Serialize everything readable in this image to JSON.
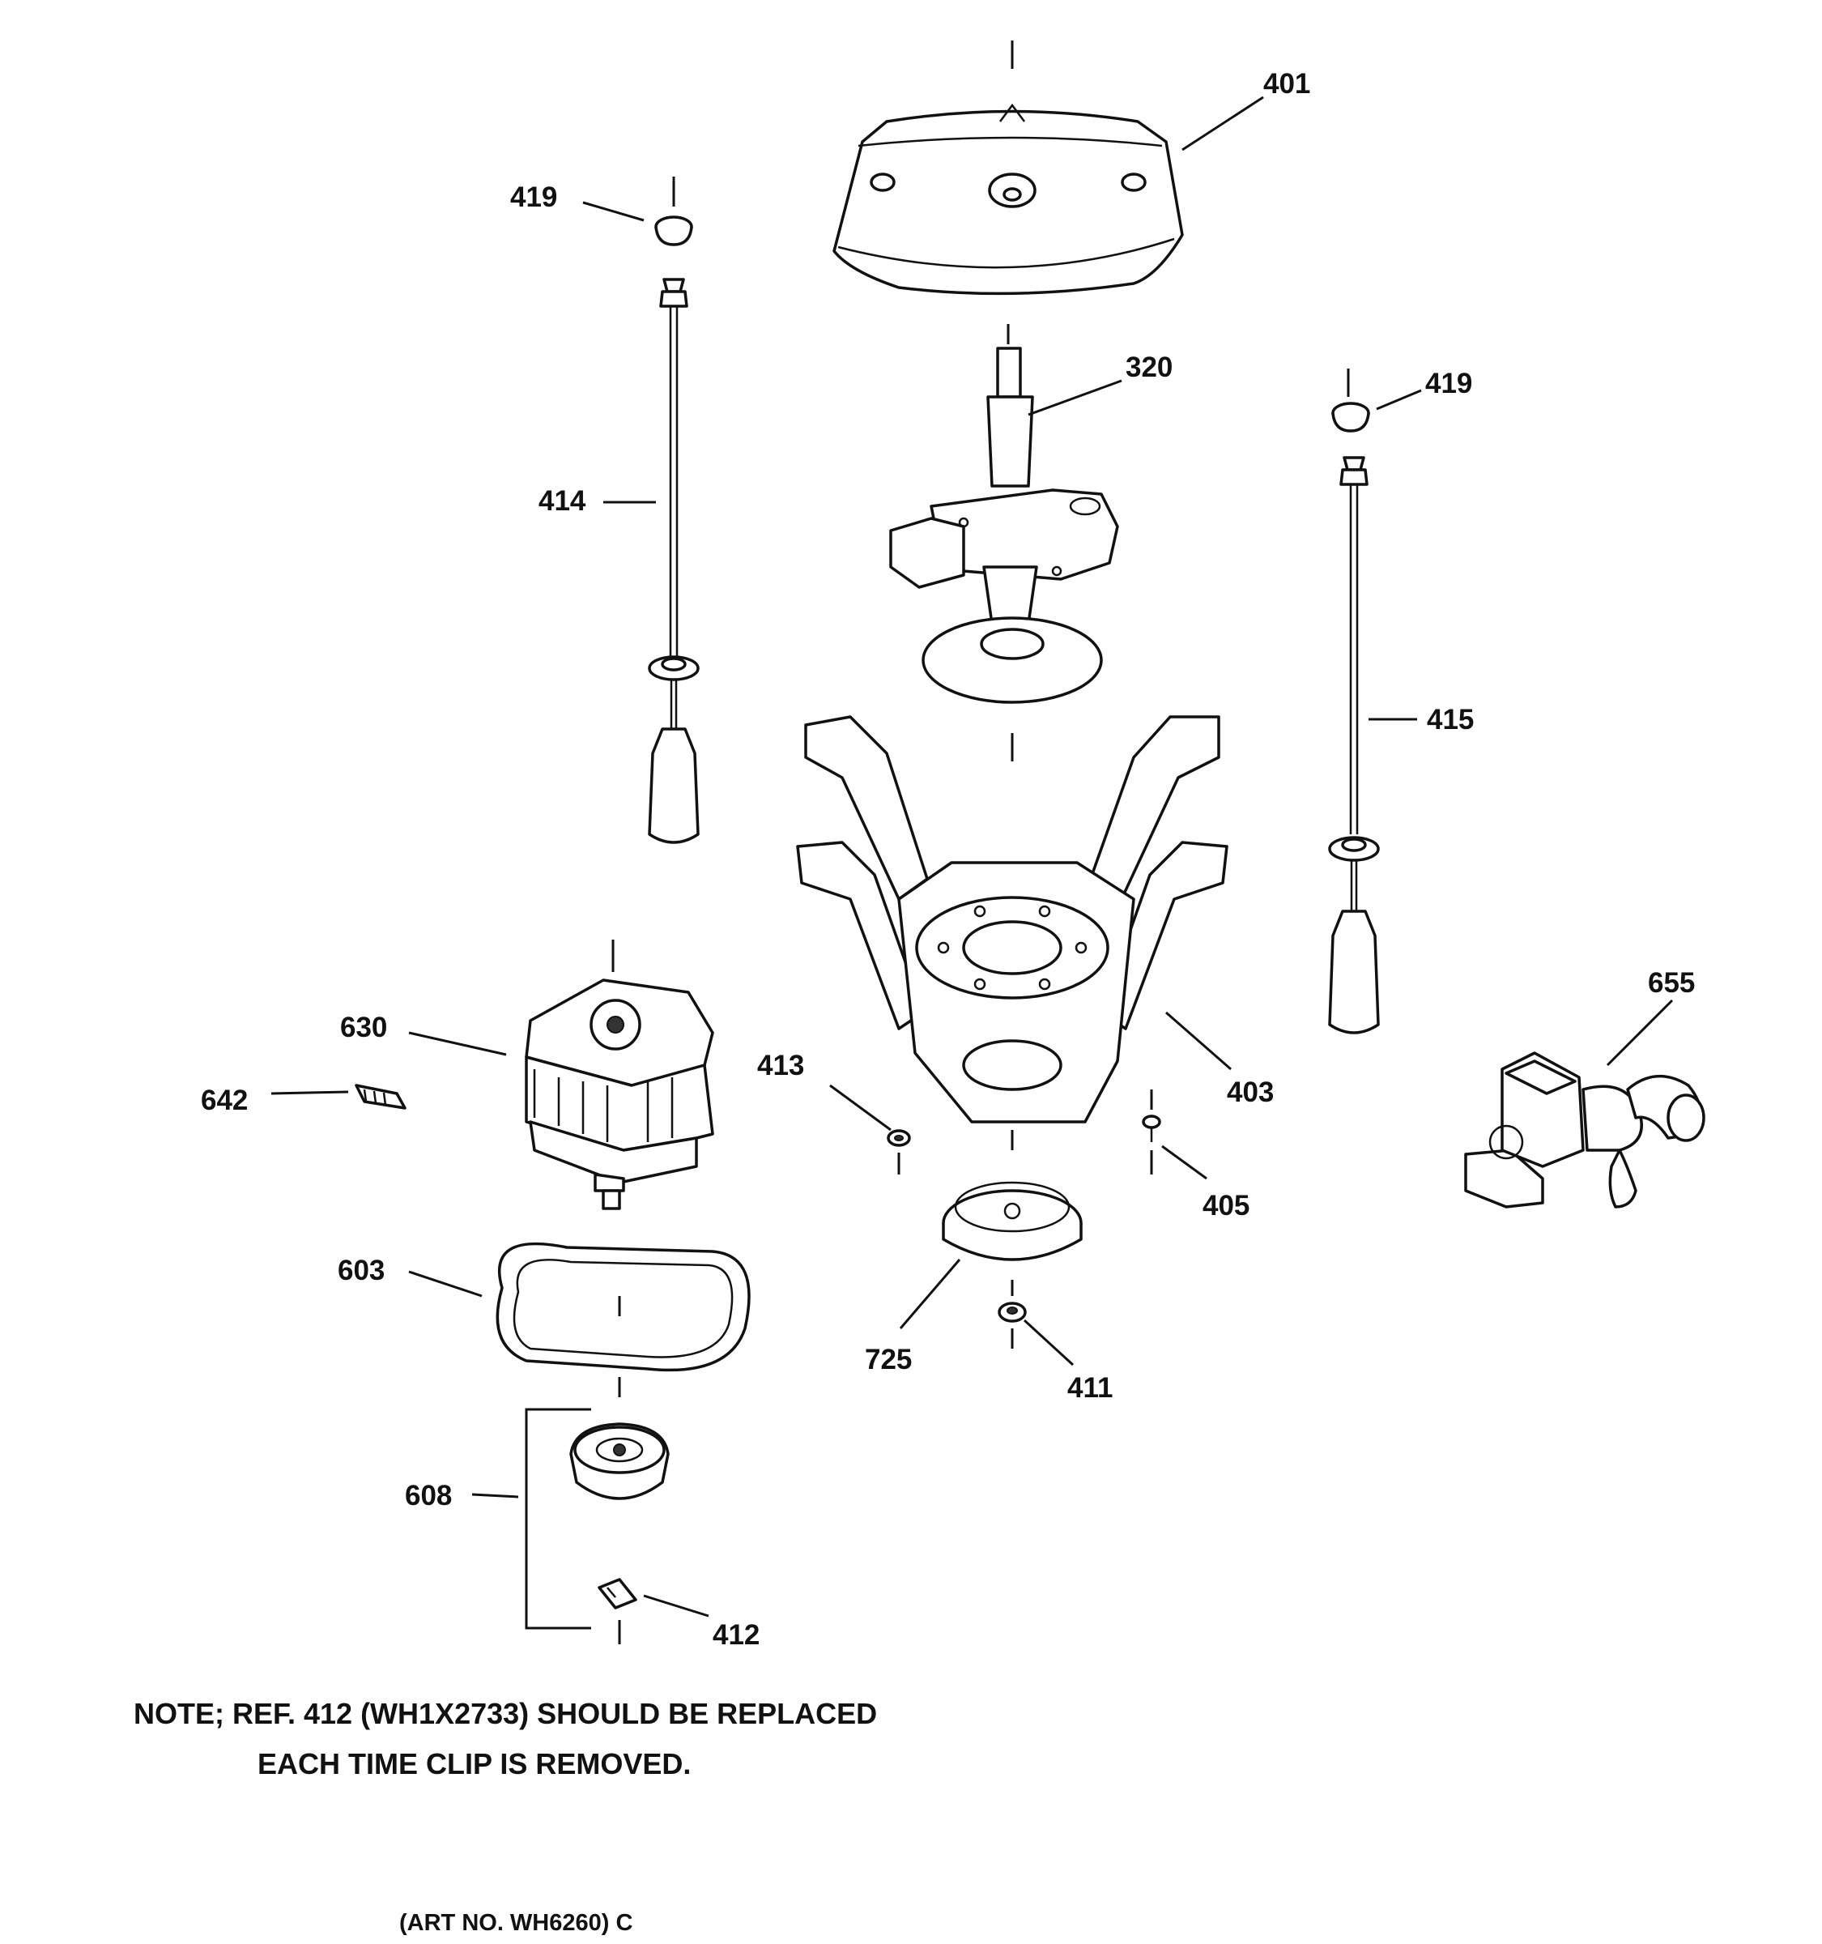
{
  "callouts": {
    "p401": "401",
    "p419_left": "419",
    "p419_right": "419",
    "p320": "320",
    "p414": "414",
    "p415": "415",
    "p403": "403",
    "p655": "655",
    "p630": "630",
    "p642": "642",
    "p413": "413",
    "p405": "405",
    "p603": "603",
    "p725": "725",
    "p411": "411",
    "p608": "608",
    "p412": "412"
  },
  "note": {
    "line1": "NOTE; REF. 412 (WH1X2733) SHOULD BE REPLACED",
    "line2": "EACH TIME CLIP IS REMOVED."
  },
  "art_number": "(ART NO. WH6260) C"
}
